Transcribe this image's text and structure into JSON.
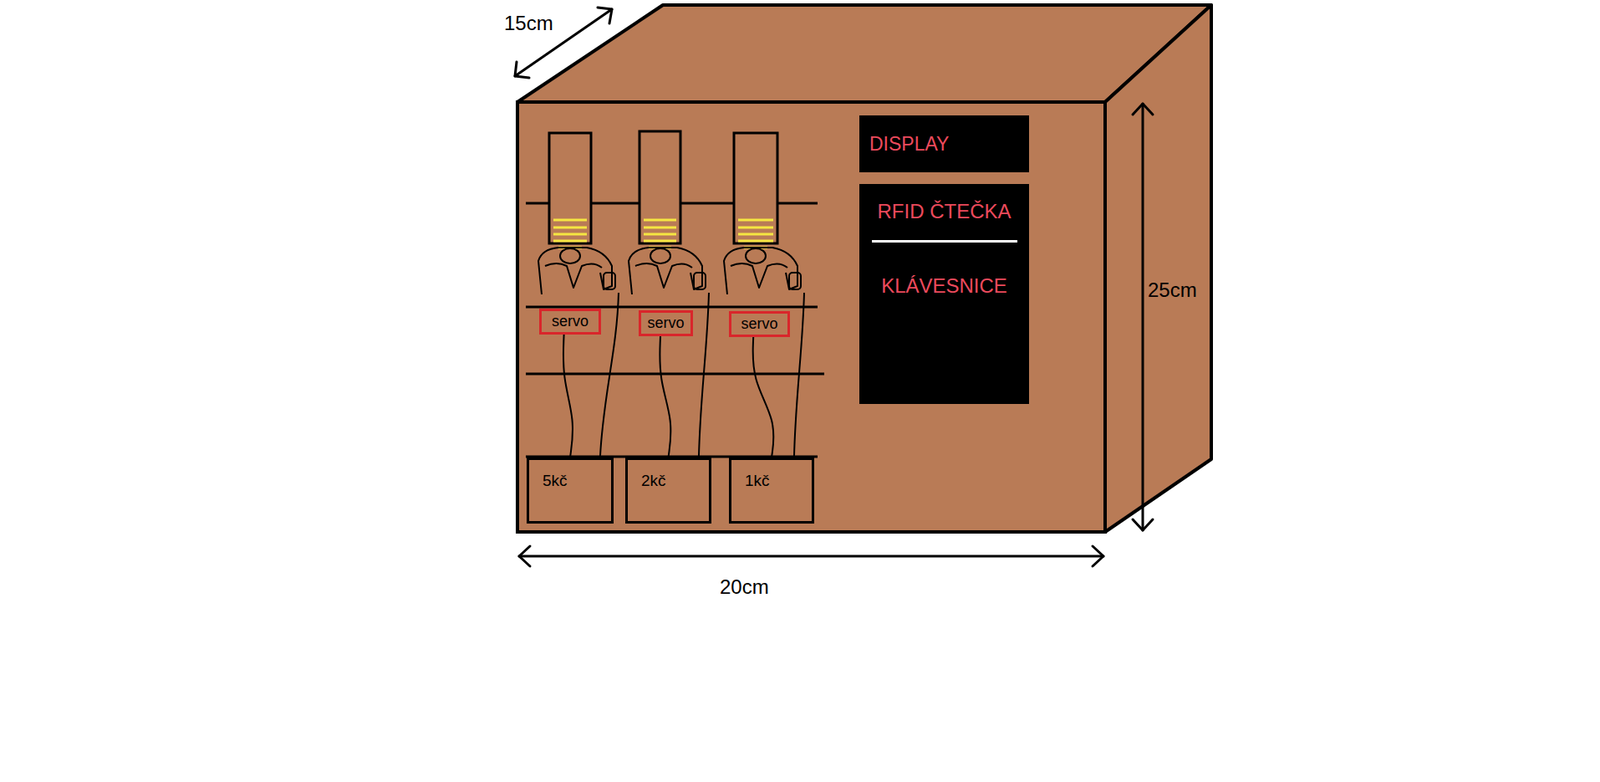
{
  "diagram": {
    "nodes": [
      {
        "text": [
          "DISPLAY"
        ]
      },
      {
        "text": [
          "RFID ČTEČKA",
          "KLÁVESNICE"
        ]
      },
      {
        "text": [
          "servo"
        ]
      },
      {
        "text": [
          "servo"
        ]
      },
      {
        "text": [
          "servo"
        ]
      },
      {
        "text": [
          "5kč"
        ]
      },
      {
        "text": [
          "2kč"
        ]
      },
      {
        "text": [
          "1kč"
        ]
      }
    ],
    "edges": [
      {
        "from": 2,
        "to": 5,
        "arrow": "none"
      },
      {
        "from": 3,
        "to": 6,
        "arrow": "none"
      },
      {
        "from": 4,
        "to": 7,
        "arrow": "none"
      }
    ],
    "labels": [
      "15cm",
      "25cm",
      "20cm"
    ]
  }
}
